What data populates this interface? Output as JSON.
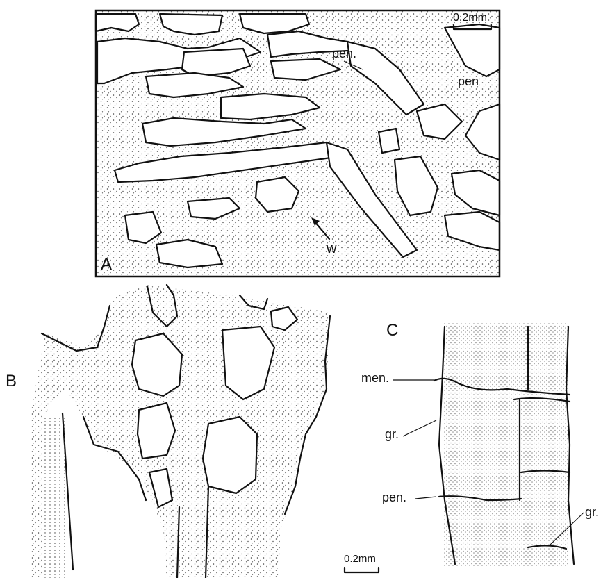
{
  "panels": {
    "a": {
      "letter": "A",
      "scale": "0.2mm",
      "labels": {
        "pen1": "pen.",
        "pen2": "pen",
        "w": "w"
      }
    },
    "b": {
      "letter": "B"
    },
    "c": {
      "letter": "C",
      "scale": "0.2mm",
      "labels": {
        "men": "men.",
        "gr1": "gr.",
        "pen": "pen.",
        "gr2": "gr."
      }
    }
  },
  "colors": {
    "ink": "#111111",
    "paper": "#ffffff",
    "stipple": "#444444"
  }
}
